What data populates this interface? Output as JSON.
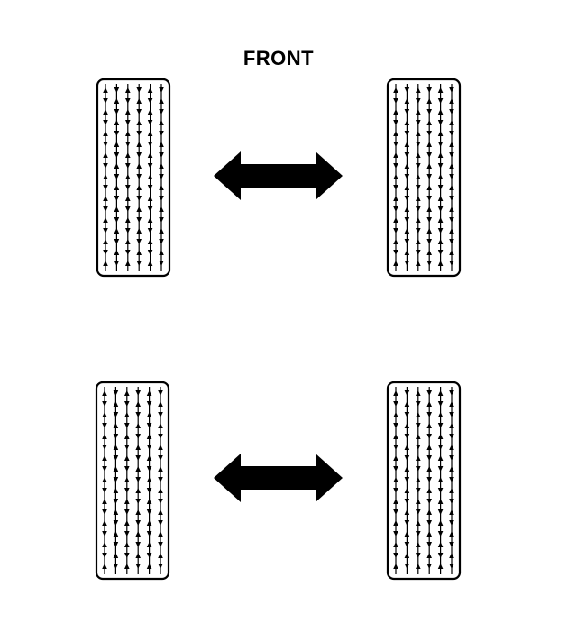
{
  "diagram": {
    "front_label": "FRONT",
    "colors": {
      "ink": "#000000",
      "background": "#ffffff"
    },
    "tires": [
      {
        "name": "front-left-tire"
      },
      {
        "name": "front-right-tire"
      },
      {
        "name": "rear-left-tire"
      },
      {
        "name": "rear-right-tire"
      }
    ],
    "swap_arrows": [
      {
        "name": "front-swap-arrow",
        "direction": "left-right"
      },
      {
        "name": "rear-swap-arrow",
        "direction": "left-right"
      }
    ]
  }
}
